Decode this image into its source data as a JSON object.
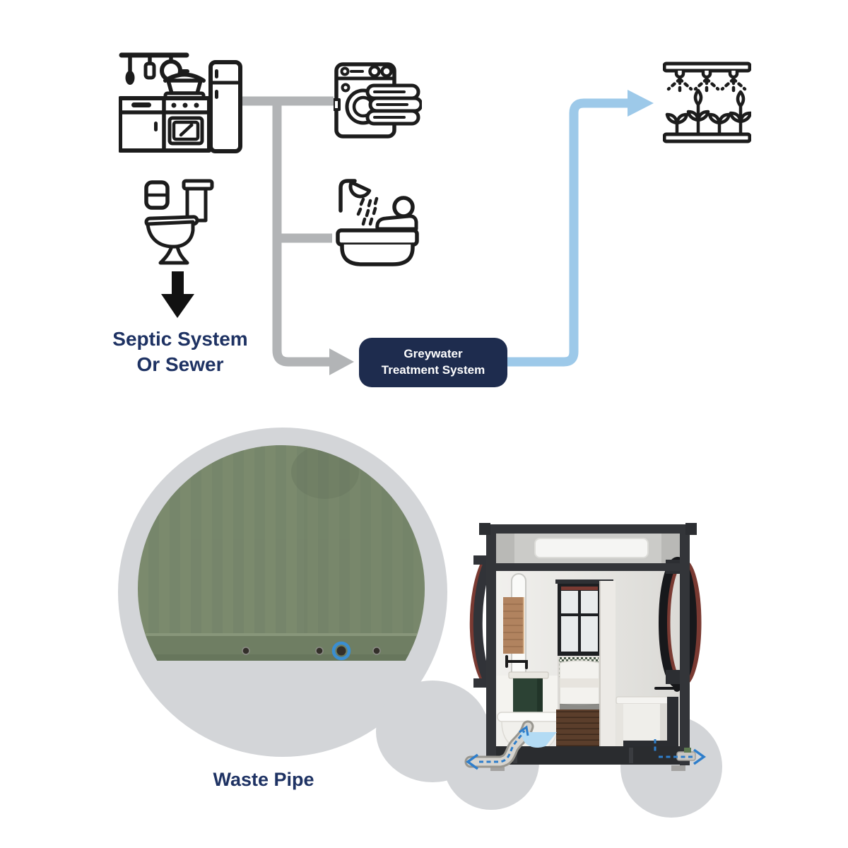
{
  "labels": {
    "septic": {
      "line1": "Septic System",
      "line2": "Or Sewer"
    },
    "treatment": {
      "line1": "Greywater",
      "line2": "Treatment System"
    },
    "waste_pipe": "Waste Pipe"
  },
  "icons": {
    "kitchen": "kitchen-icon",
    "laundry": "washing-machine-icon",
    "bath": "bath-shower-icon",
    "toilet": "toilet-icon",
    "irrigation": "irrigation-plants-icon"
  },
  "flows": {
    "greywater_sources": [
      "kitchen",
      "laundry",
      "bath"
    ],
    "greywater_destination": "irrigation",
    "blackwater_destination": "Septic System Or Sewer"
  },
  "colors": {
    "line_gray": "#b2b4b6",
    "flow_blue": "#9dc9e9",
    "treatment_navy": "#1e2c4e",
    "label_navy": "#1e3263",
    "blob_gray": "#d3d5d8",
    "wall_green": "#7b8a6d",
    "wall_rail_green": "#6f7e63",
    "highlight_ring_blue": "#3a8ed2",
    "pipe_arrow_blue": "#2e7ecb",
    "icon_black": "#1c1c1c"
  }
}
